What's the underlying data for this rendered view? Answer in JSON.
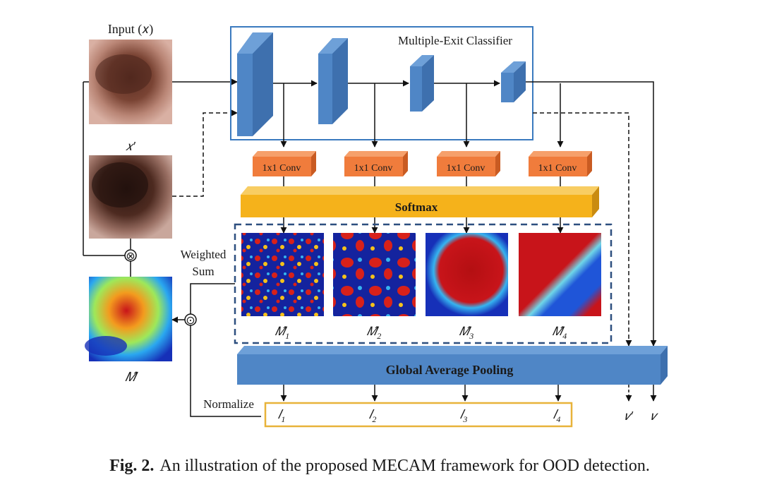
{
  "labels": {
    "input": "Input (𝑥)",
    "x_prime": "𝑥′",
    "classifier_title": "Multiple-Exit Classifier",
    "weighted_sum_line1": "Weighted",
    "weighted_sum_line2": "Sum",
    "m_hat": "𝑀̂",
    "normalize": "Normalize",
    "softmax": "Softmax",
    "gap": "Global Average Pooling",
    "v_prime": "𝑣′",
    "v": "𝑣",
    "multiply_symbol": "⊗",
    "hadamard_symbol": "⊙"
  },
  "conv_labels": [
    "1x1 Conv",
    "1x1 Conv",
    "1x1 Conv",
    "1x1 Conv"
  ],
  "map_labels": [
    "𝑀̂",
    "𝑀̂",
    "𝑀̂",
    "𝑀̂"
  ],
  "map_subscripts": [
    "1",
    "2",
    "3",
    "4"
  ],
  "logit_labels": [
    "𝑙",
    "𝑙",
    "𝑙",
    "𝑙"
  ],
  "logit_subscripts": [
    "1",
    "2",
    "3",
    "4"
  ],
  "caption": {
    "prefix": "Fig. 2.",
    "text": "An illustration of the proposed MECAM framework for OOD detection."
  },
  "colors": {
    "block_blue": "#4f86c6",
    "gap_blue": "#4f86c6",
    "conv_orange": "#f07c3c",
    "softmax_yellow": "#f5b21b",
    "normalize_box": "#e8b33a",
    "frame_blue": "#3a7abf"
  }
}
